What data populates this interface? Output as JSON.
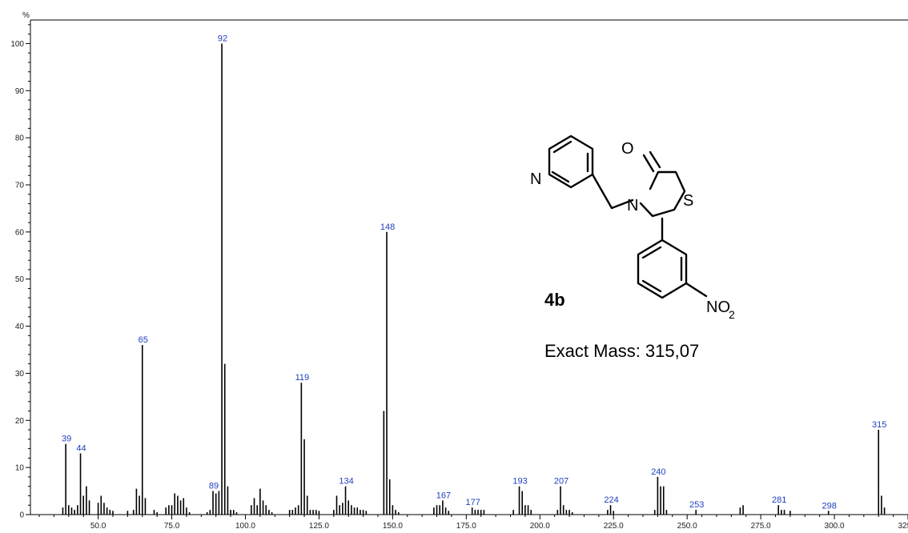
{
  "chart_data": {
    "type": "bar",
    "ylabel": "%",
    "xlim": [
      27,
      325
    ],
    "ylim": [
      0,
      105
    ],
    "x_ticks": [
      "50.0",
      "75.0",
      "100.0",
      "125.0",
      "150.0",
      "175.0",
      "200.0",
      "225.0",
      "250.0",
      "275.0",
      "300.0",
      "325.0"
    ],
    "y_ticks": [
      "0",
      "10",
      "20",
      "30",
      "40",
      "50",
      "60",
      "70",
      "80",
      "90",
      "100"
    ],
    "peaks": [
      {
        "mz": 38,
        "intensity": 1.5
      },
      {
        "mz": 39,
        "intensity": 15,
        "label": "39"
      },
      {
        "mz": 40,
        "intensity": 2
      },
      {
        "mz": 41,
        "intensity": 1.5
      },
      {
        "mz": 42,
        "intensity": 1
      },
      {
        "mz": 43,
        "intensity": 2
      },
      {
        "mz": 44,
        "intensity": 13,
        "label": "44"
      },
      {
        "mz": 45,
        "intensity": 4
      },
      {
        "mz": 46,
        "intensity": 6
      },
      {
        "mz": 47,
        "intensity": 3
      },
      {
        "mz": 50,
        "intensity": 2.5
      },
      {
        "mz": 51,
        "intensity": 4
      },
      {
        "mz": 52,
        "intensity": 2.5
      },
      {
        "mz": 53,
        "intensity": 1.5
      },
      {
        "mz": 54,
        "intensity": 1
      },
      {
        "mz": 55,
        "intensity": 0.8
      },
      {
        "mz": 60,
        "intensity": 0.8
      },
      {
        "mz": 62,
        "intensity": 1
      },
      {
        "mz": 63,
        "intensity": 5.5
      },
      {
        "mz": 64,
        "intensity": 4
      },
      {
        "mz": 65,
        "intensity": 36,
        "label": "65"
      },
      {
        "mz": 66,
        "intensity": 3.5
      },
      {
        "mz": 69,
        "intensity": 1
      },
      {
        "mz": 70,
        "intensity": 0.5
      },
      {
        "mz": 73,
        "intensity": 1.5
      },
      {
        "mz": 74,
        "intensity": 2
      },
      {
        "mz": 75,
        "intensity": 2
      },
      {
        "mz": 76,
        "intensity": 4.5
      },
      {
        "mz": 77,
        "intensity": 4
      },
      {
        "mz": 78,
        "intensity": 3
      },
      {
        "mz": 79,
        "intensity": 3.5
      },
      {
        "mz": 80,
        "intensity": 1.5
      },
      {
        "mz": 81,
        "intensity": 0.5
      },
      {
        "mz": 87,
        "intensity": 0.5
      },
      {
        "mz": 88,
        "intensity": 1
      },
      {
        "mz": 89,
        "intensity": 5,
        "label": "89"
      },
      {
        "mz": 90,
        "intensity": 4.5
      },
      {
        "mz": 91,
        "intensity": 5
      },
      {
        "mz": 92,
        "intensity": 100,
        "label": "92"
      },
      {
        "mz": 93,
        "intensity": 32
      },
      {
        "mz": 94,
        "intensity": 6
      },
      {
        "mz": 95,
        "intensity": 1
      },
      {
        "mz": 96,
        "intensity": 1
      },
      {
        "mz": 97,
        "intensity": 0.5
      },
      {
        "mz": 102,
        "intensity": 2
      },
      {
        "mz": 103,
        "intensity": 3.5
      },
      {
        "mz": 104,
        "intensity": 2
      },
      {
        "mz": 105,
        "intensity": 5.5
      },
      {
        "mz": 106,
        "intensity": 3
      },
      {
        "mz": 107,
        "intensity": 2
      },
      {
        "mz": 108,
        "intensity": 1
      },
      {
        "mz": 109,
        "intensity": 0.5
      },
      {
        "mz": 115,
        "intensity": 1
      },
      {
        "mz": 116,
        "intensity": 1
      },
      {
        "mz": 117,
        "intensity": 1.5
      },
      {
        "mz": 118,
        "intensity": 2
      },
      {
        "mz": 119,
        "intensity": 28,
        "label": "119"
      },
      {
        "mz": 120,
        "intensity": 16
      },
      {
        "mz": 121,
        "intensity": 4
      },
      {
        "mz": 122,
        "intensity": 1
      },
      {
        "mz": 123,
        "intensity": 1
      },
      {
        "mz": 124,
        "intensity": 1
      },
      {
        "mz": 125,
        "intensity": 0.8
      },
      {
        "mz": 130,
        "intensity": 1
      },
      {
        "mz": 131,
        "intensity": 4
      },
      {
        "mz": 132,
        "intensity": 2
      },
      {
        "mz": 133,
        "intensity": 2.5
      },
      {
        "mz": 134,
        "intensity": 6,
        "label": "134"
      },
      {
        "mz": 135,
        "intensity": 3
      },
      {
        "mz": 136,
        "intensity": 2
      },
      {
        "mz": 137,
        "intensity": 1.5
      },
      {
        "mz": 138,
        "intensity": 1.5
      },
      {
        "mz": 139,
        "intensity": 1
      },
      {
        "mz": 140,
        "intensity": 1
      },
      {
        "mz": 141,
        "intensity": 0.8
      },
      {
        "mz": 147,
        "intensity": 22
      },
      {
        "mz": 148,
        "intensity": 60,
        "label": "148"
      },
      {
        "mz": 149,
        "intensity": 7.5
      },
      {
        "mz": 150,
        "intensity": 2
      },
      {
        "mz": 151,
        "intensity": 1
      },
      {
        "mz": 152,
        "intensity": 0.5
      },
      {
        "mz": 164,
        "intensity": 1.5
      },
      {
        "mz": 165,
        "intensity": 2
      },
      {
        "mz": 166,
        "intensity": 2
      },
      {
        "mz": 167,
        "intensity": 3,
        "label": "167"
      },
      {
        "mz": 168,
        "intensity": 1.5
      },
      {
        "mz": 169,
        "intensity": 0.8
      },
      {
        "mz": 177,
        "intensity": 1.5,
        "label": "177"
      },
      {
        "mz": 178,
        "intensity": 1
      },
      {
        "mz": 179,
        "intensity": 1
      },
      {
        "mz": 180,
        "intensity": 1
      },
      {
        "mz": 181,
        "intensity": 1
      },
      {
        "mz": 191,
        "intensity": 1
      },
      {
        "mz": 193,
        "intensity": 6,
        "label": "193"
      },
      {
        "mz": 194,
        "intensity": 5
      },
      {
        "mz": 195,
        "intensity": 2
      },
      {
        "mz": 196,
        "intensity": 2
      },
      {
        "mz": 197,
        "intensity": 1
      },
      {
        "mz": 206,
        "intensity": 1
      },
      {
        "mz": 207,
        "intensity": 6,
        "label": "207"
      },
      {
        "mz": 208,
        "intensity": 2
      },
      {
        "mz": 209,
        "intensity": 1
      },
      {
        "mz": 210,
        "intensity": 1
      },
      {
        "mz": 211,
        "intensity": 0.5
      },
      {
        "mz": 223,
        "intensity": 1
      },
      {
        "mz": 224,
        "intensity": 2,
        "label": "224"
      },
      {
        "mz": 225,
        "intensity": 0.8
      },
      {
        "mz": 239,
        "intensity": 1
      },
      {
        "mz": 240,
        "intensity": 8,
        "label": "240"
      },
      {
        "mz": 241,
        "intensity": 6
      },
      {
        "mz": 242,
        "intensity": 6
      },
      {
        "mz": 243,
        "intensity": 1
      },
      {
        "mz": 253,
        "intensity": 1,
        "label": "253"
      },
      {
        "mz": 268,
        "intensity": 1.5
      },
      {
        "mz": 269,
        "intensity": 2
      },
      {
        "mz": 281,
        "intensity": 2,
        "label": "281"
      },
      {
        "mz": 282,
        "intensity": 1
      },
      {
        "mz": 283,
        "intensity": 1
      },
      {
        "mz": 285,
        "intensity": 0.8
      },
      {
        "mz": 298,
        "intensity": 0.8,
        "label": "298"
      },
      {
        "mz": 315,
        "intensity": 18,
        "label": "315"
      },
      {
        "mz": 316,
        "intensity": 4
      },
      {
        "mz": 317,
        "intensity": 1.5
      }
    ]
  },
  "compound": {
    "label": "4b",
    "exact_mass": "Exact Mass: 315,07",
    "atoms": {
      "n_ring": "N",
      "n_amide": "N",
      "o": "O",
      "s": "S",
      "no2_main": "NO",
      "no2_sub": "2"
    }
  }
}
